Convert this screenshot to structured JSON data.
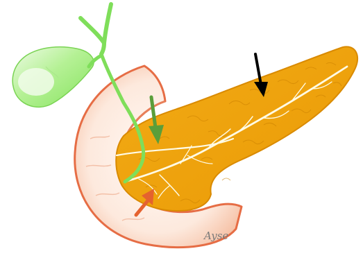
{
  "illustration": {
    "signature": "Ayse",
    "colors": {
      "background": "#ffffff",
      "pancreas_fill": "#f0a30a",
      "pancreas_texture": "#c97f00",
      "ducts": "#fffbe6",
      "duodenum_fill": "#fde8dc",
      "duodenum_edge": "#e66d45",
      "gallbladder_fill": "#9aed72",
      "gallbladder_highlight": "#e7f8dd",
      "bile_duct": "#7fde5a",
      "arrow_black": "#000000",
      "arrow_green": "#5a9e3a",
      "arrow_orange": "#e5622e"
    },
    "structures": [
      "pancreas",
      "main-pancreatic-duct",
      "accessory-pancreatic-duct",
      "duodenum",
      "gallbladder",
      "common-bile-duct"
    ],
    "arrows": [
      {
        "color": "black",
        "points_to": "main-pancreatic-duct"
      },
      {
        "color": "green",
        "points_to": "accessory-pancreatic-duct"
      },
      {
        "color": "orange",
        "points_to": "main-pancreatic-duct"
      }
    ]
  }
}
